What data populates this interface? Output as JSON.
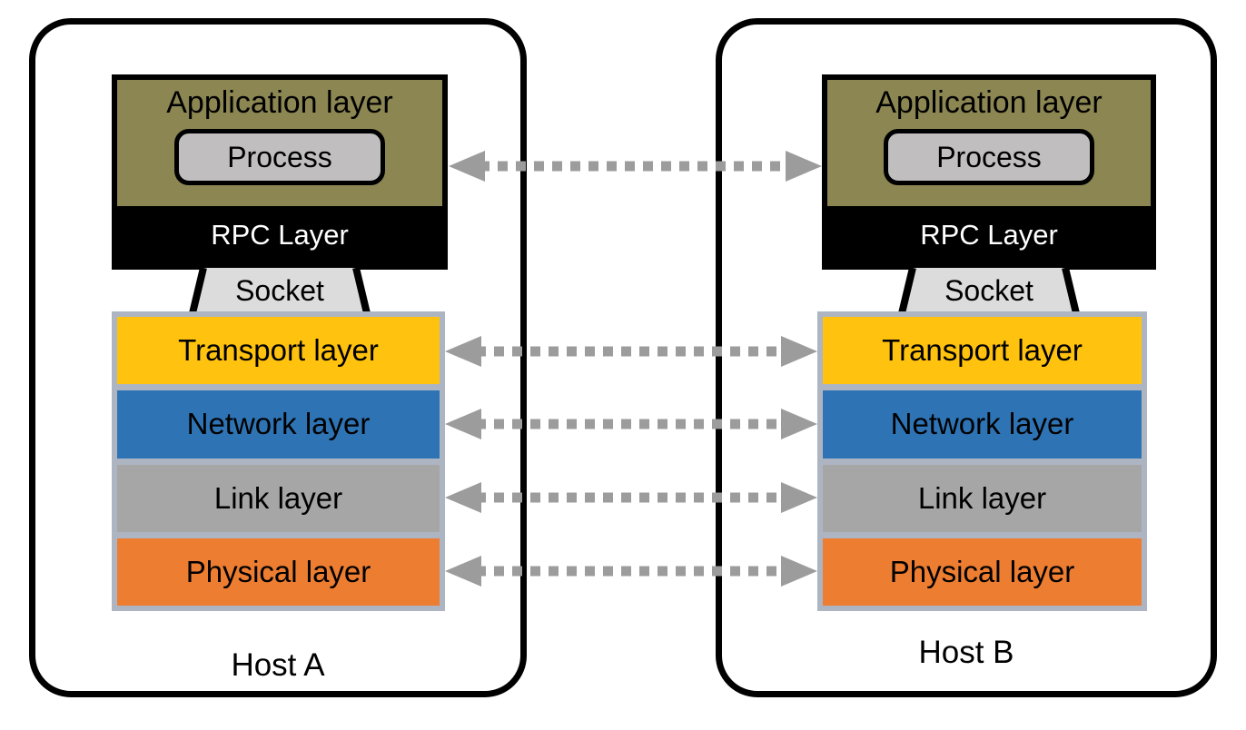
{
  "colors": {
    "application_bg": "#8C8652",
    "process_bg": "#C0BEBE",
    "rpc_band_bg": "#000000",
    "rpc_text": "#FFFFFF",
    "socket_bg": "#DCDCDC",
    "stack_frame_bg": "#AEB5C2",
    "host_border": "#000000",
    "arrow": "#9C9C9C"
  },
  "hosts": [
    {
      "label": "Host A",
      "application": {
        "title": "Application layer",
        "process_label": "Process",
        "rpc_label": "RPC Layer"
      },
      "socket_label": "Socket",
      "layers": [
        {
          "label": "Transport layer",
          "color": "#FFC20E"
        },
        {
          "label": "Network layer",
          "color": "#2E74B5"
        },
        {
          "label": "Link layer",
          "color": "#A6A6A6"
        },
        {
          "label": "Physical layer",
          "color": "#ED7D31"
        }
      ]
    },
    {
      "label": "Host B",
      "application": {
        "title": "Application layer",
        "process_label": "Process",
        "rpc_label": "RPC Layer"
      },
      "socket_label": "Socket",
      "layers": [
        {
          "label": "Transport layer",
          "color": "#FFC20E"
        },
        {
          "label": "Network layer",
          "color": "#2E74B5"
        },
        {
          "label": "Link layer",
          "color": "#A6A6A6"
        },
        {
          "label": "Physical layer",
          "color": "#ED7D31"
        }
      ]
    }
  ],
  "arrows": {
    "style": "dashed-double-headed",
    "color": "#9C9C9C",
    "count": 5
  }
}
